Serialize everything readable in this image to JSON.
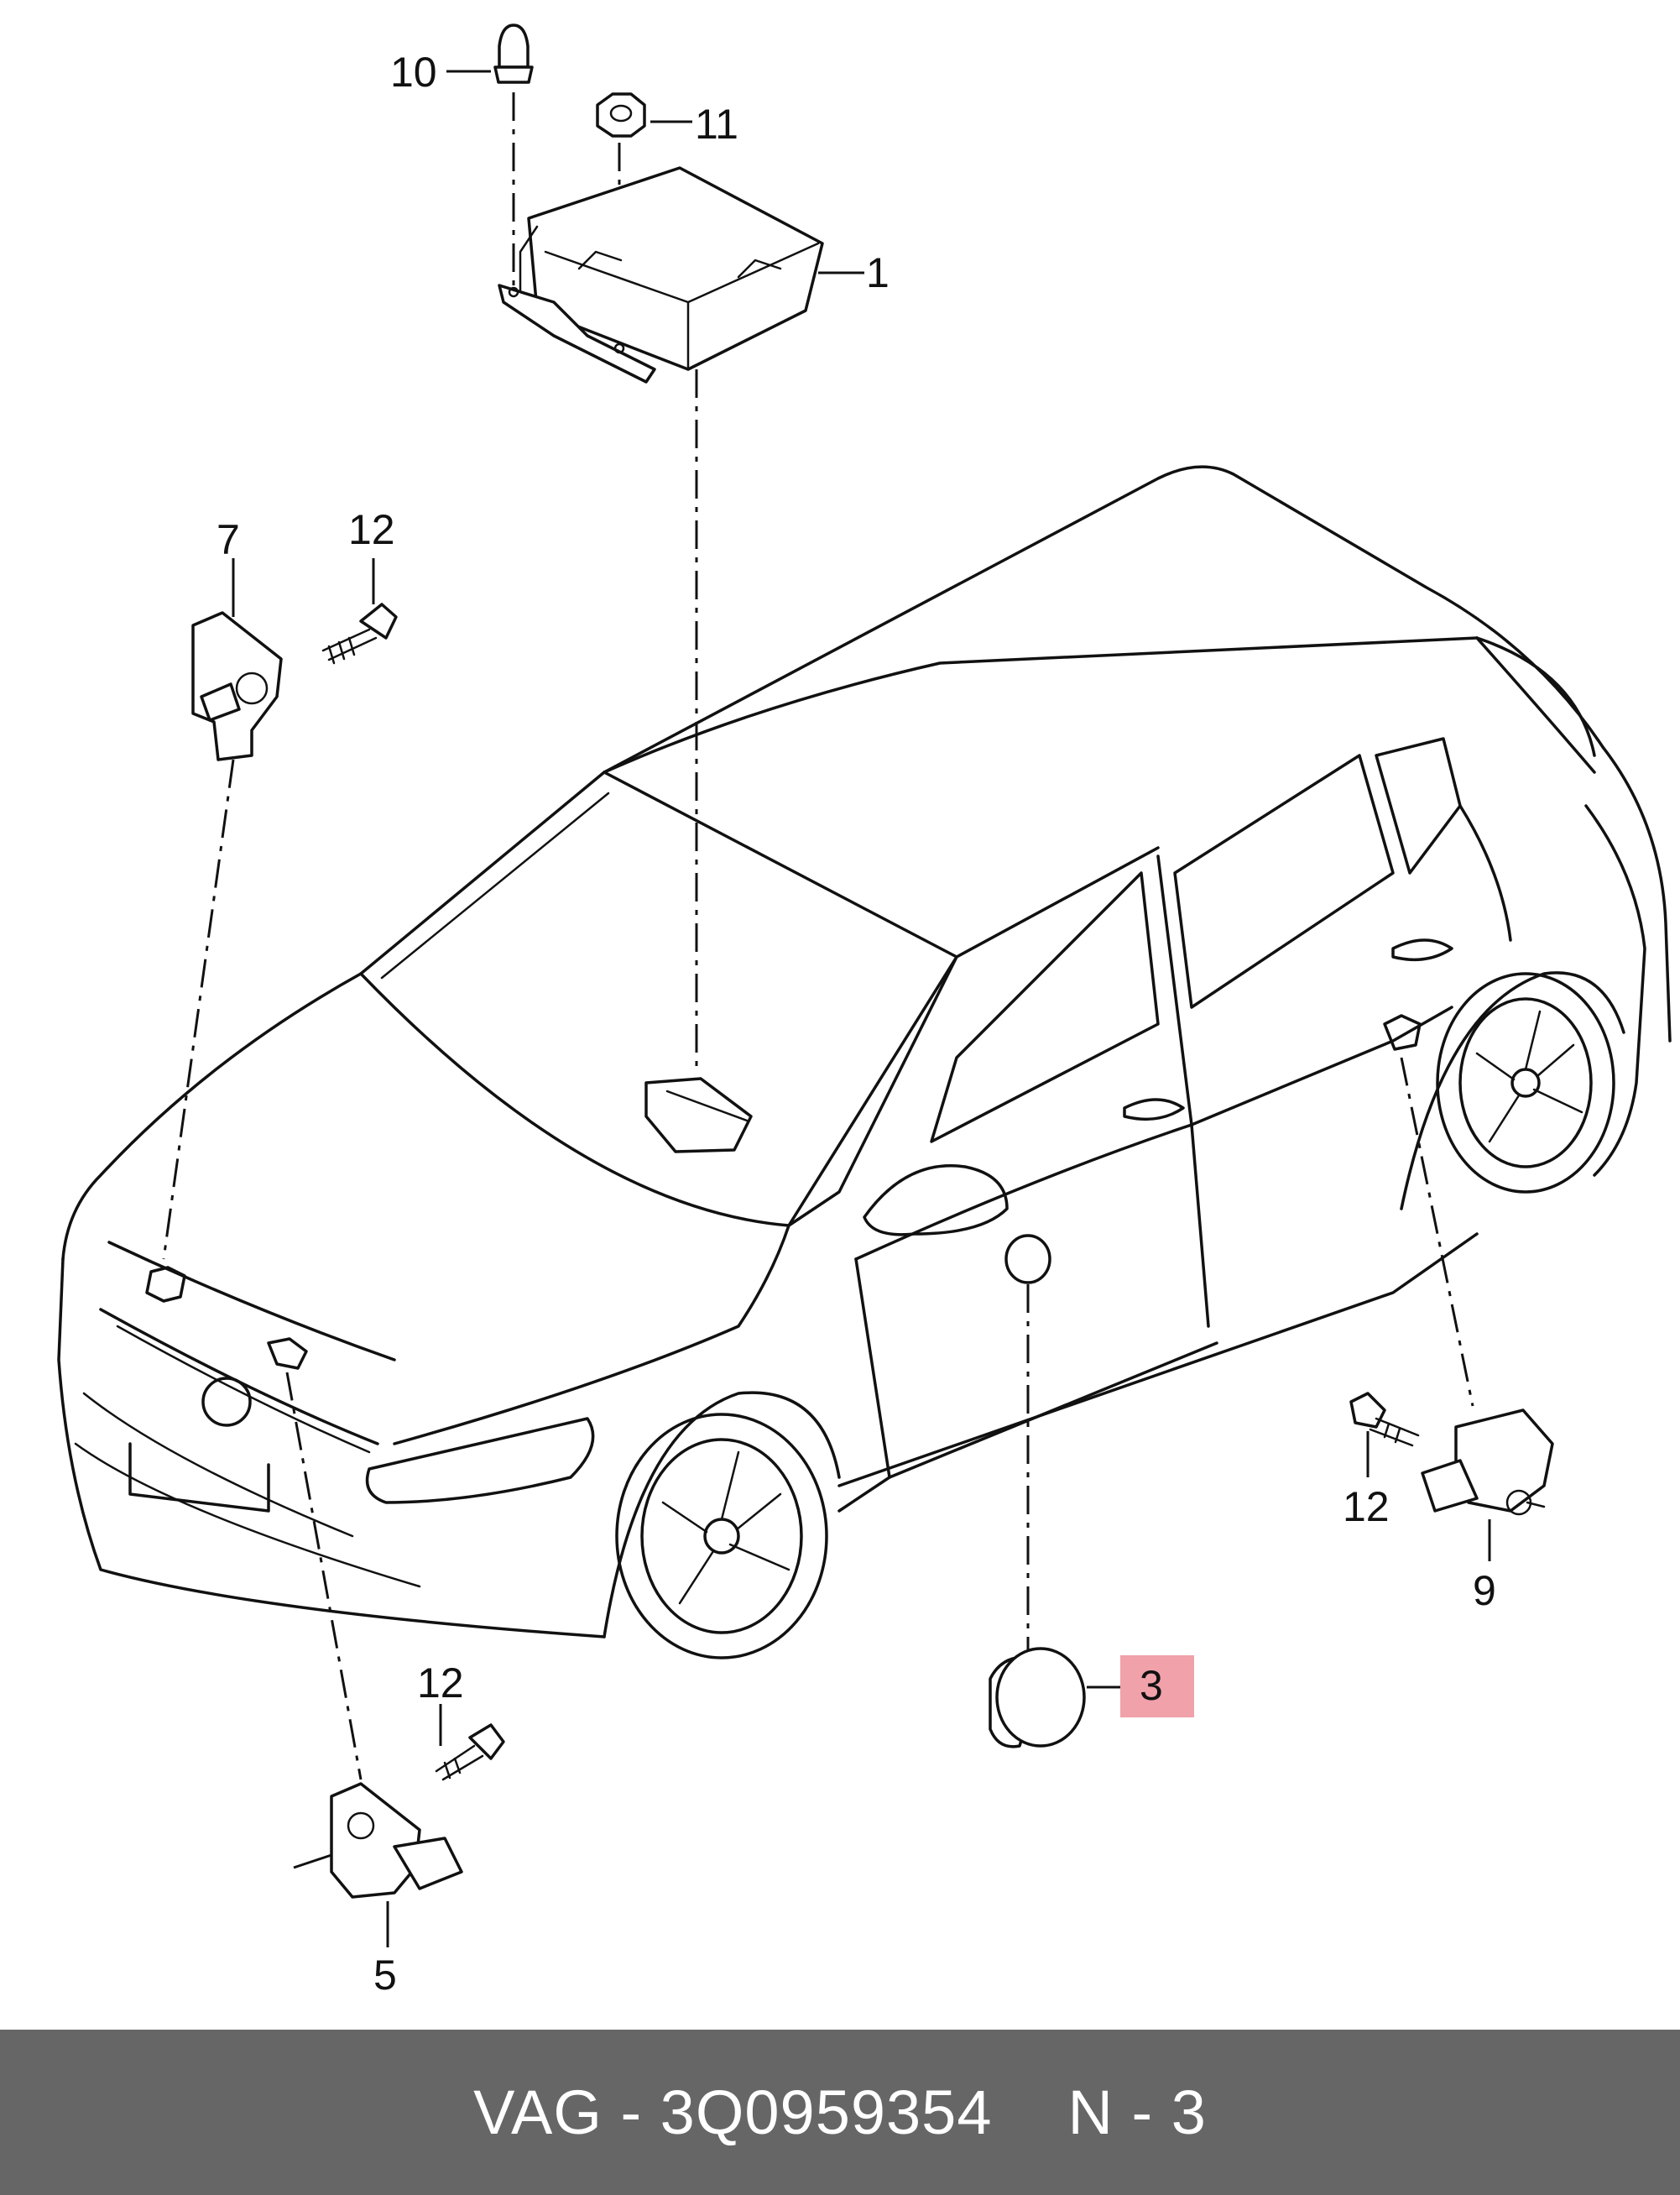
{
  "callouts": {
    "c1": "1",
    "c3": "3",
    "c5": "5",
    "c7": "7",
    "c9": "9",
    "c10": "10",
    "c11": "11",
    "c12a": "12",
    "c12b": "12",
    "c12c": "12"
  },
  "highlight_color": "#f0a1aa",
  "footer": {
    "background": "#666666",
    "part_label": "VAG - 3Q0959354",
    "position_label": "N - 3"
  }
}
